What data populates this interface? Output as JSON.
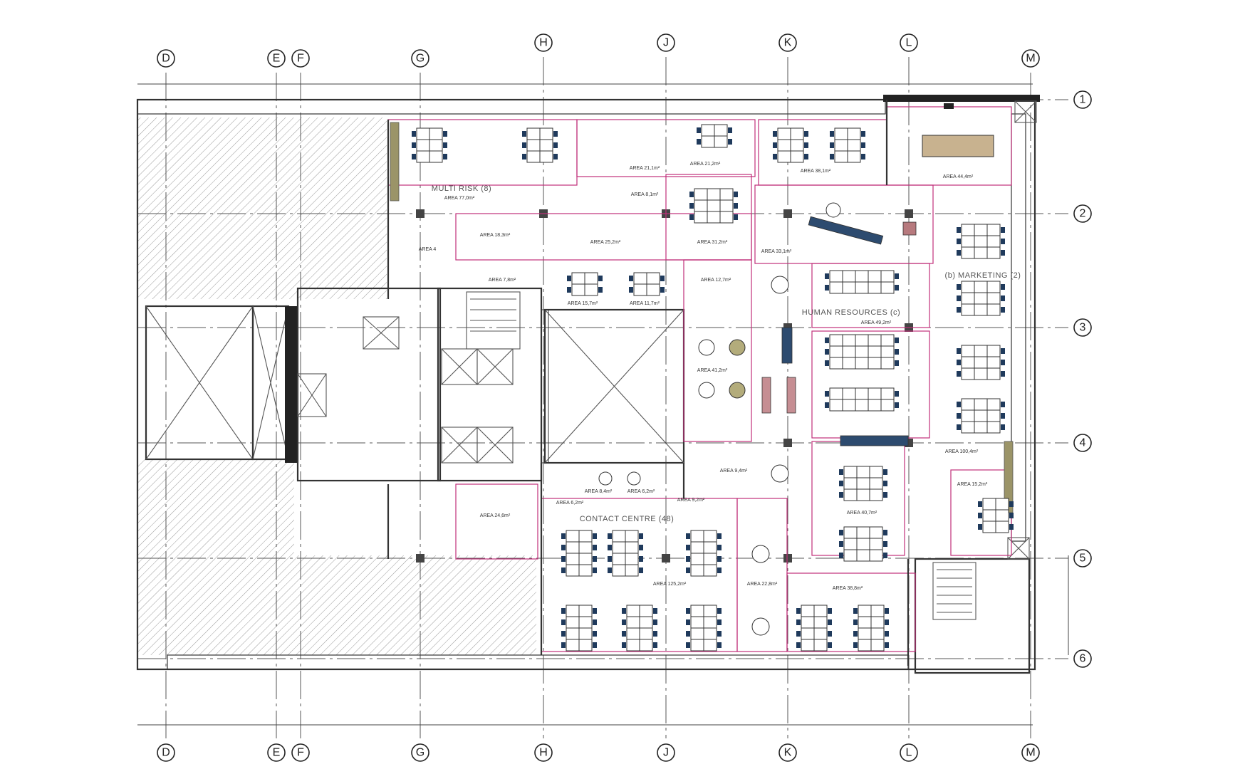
{
  "grid_columns": [
    "D",
    "E",
    "F",
    "G",
    "H",
    "J",
    "K",
    "L",
    "M"
  ],
  "grid_rows": [
    "1",
    "2",
    "3",
    "4",
    "5",
    "6"
  ],
  "departments": {
    "multi_risk": "MULTI RISK (8)",
    "human_resources": "HUMAN RESOURCES (c)",
    "marketing": "(b) MARKETING (2)",
    "contact_centre": "CONTACT CENTRE (48)"
  },
  "area_labels": {
    "a_multi_risk": "AREA 77,0m²",
    "a_top_meet1": "AREA 21,1m²",
    "a_top_meet2": "AREA 21,2m²",
    "a_top_desk": "AREA 38,1m²",
    "a_board": "AREA 44,4m²",
    "a_small1": "AREA 8,1m²",
    "a_corr1": "AREA 18,3m²",
    "a_corr2": "AREA 25,2m²",
    "a_meet3": "AREA 31,2m²",
    "a_open1": "AREA 33,1m²",
    "a_left1": "AREA 4",
    "a_left2": "AREA 7,8m²",
    "a_meet4": "AREA 15,7m²",
    "a_meet5": "AREA 11,7m²",
    "a_meet6": "AREA 12,7m²",
    "a_hr": "AREA 49,2m²",
    "a_break": "AREA 41,2m²",
    "a_mkt": "AREA 100,4m²",
    "a_small2": "AREA 9,4m²",
    "a_small3": "AREA 6,2m²",
    "a_small4": "AREA 8,4m²",
    "a_small5": "AREA 9,2m²",
    "a_small6": "AREA 6,2m²",
    "a_office": "AREA 15,2m²",
    "a_lower_left": "AREA 24,6m²",
    "a_hr2": "AREA 40,7m²",
    "a_cc": "AREA 125,2m²",
    "a_cc2": "AREA 22,8m²",
    "a_cc3": "AREA 38,8m²"
  },
  "colors": {
    "chair": "#1f3a5c",
    "partition": "#c0307a",
    "wall": "#333333",
    "hatch": "#999999"
  }
}
